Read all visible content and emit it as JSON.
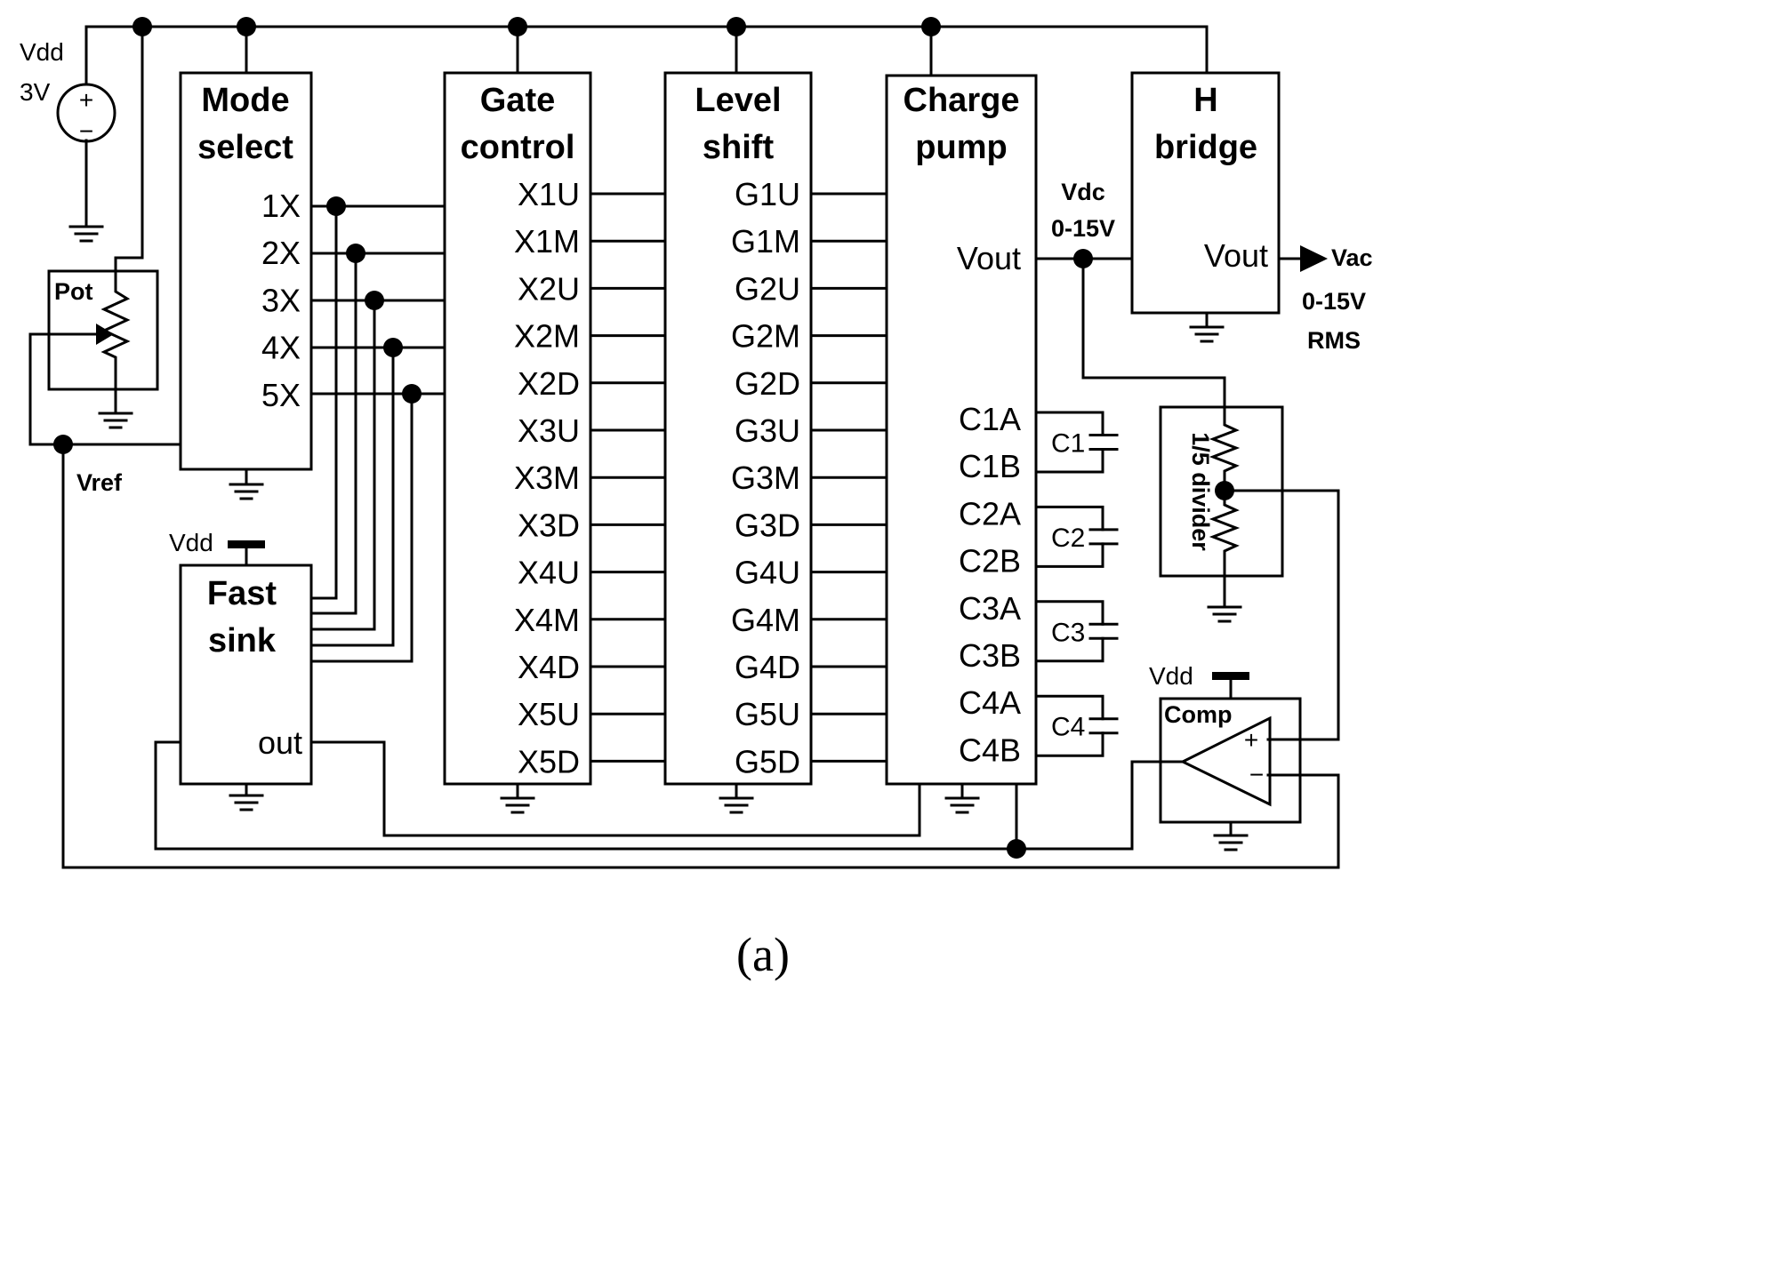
{
  "supply": {
    "name": "Vdd",
    "voltage": "3V",
    "plus": "+",
    "minus": "−"
  },
  "pot": {
    "label": "Pot"
  },
  "vref": {
    "label": "Vref"
  },
  "blocks": {
    "mode_select": {
      "title": [
        "Mode",
        "select"
      ],
      "pins": [
        "1X",
        "2X",
        "3X",
        "4X",
        "5X"
      ]
    },
    "gate_control": {
      "title": [
        "Gate",
        "control"
      ],
      "pins": [
        "X1U",
        "X1M",
        "X2U",
        "X2M",
        "X2D",
        "X3U",
        "X3M",
        "X3D",
        "X4U",
        "X4M",
        "X4D",
        "X5U",
        "X5D"
      ]
    },
    "level_shift": {
      "title": [
        "Level",
        "shift"
      ],
      "pins": [
        "G1U",
        "G1M",
        "G2U",
        "G2M",
        "G2D",
        "G3U",
        "G3M",
        "G3D",
        "G4U",
        "G4M",
        "G4D",
        "G5U",
        "G5D"
      ]
    },
    "charge_pump": {
      "title": [
        "Charge",
        "pump"
      ],
      "vout": "Vout",
      "pins": [
        "C1A",
        "C1B",
        "C2A",
        "C2B",
        "C3A",
        "C3B",
        "C4A",
        "C4B"
      ]
    },
    "h_bridge": {
      "title": [
        "H",
        "bridge"
      ],
      "vout": "Vout"
    },
    "fast_sink": {
      "title": [
        "Fast",
        "sink"
      ],
      "out": "out",
      "vdd": "Vdd"
    },
    "divider": {
      "label": "1/5 divider"
    },
    "comp": {
      "label": "Comp",
      "vdd": "Vdd",
      "plus": "+",
      "minus": "−"
    }
  },
  "capacitors": [
    "C1",
    "C2",
    "C3",
    "C4"
  ],
  "vdc": {
    "line1": "Vdc",
    "line2": "0-15V"
  },
  "vac": {
    "line1": "Vac",
    "line2": "0-15V",
    "line3": "RMS"
  },
  "caption": "(a)"
}
